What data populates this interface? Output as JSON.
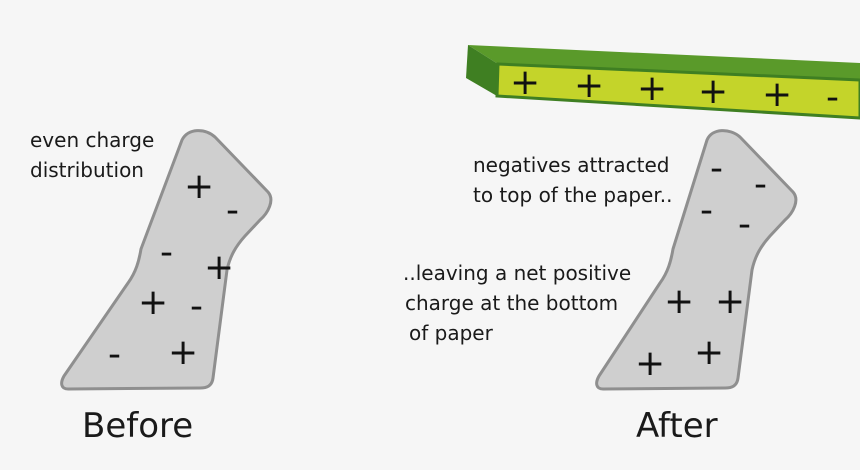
{
  "before": {
    "annotation_lines": [
      "even charge",
      "distribution"
    ],
    "caption": "Before",
    "charges": [
      "+",
      "-",
      "-",
      "+",
      "+",
      "-",
      "-",
      "+"
    ]
  },
  "after": {
    "annotation_top_lines": [
      "negatives attracted",
      "to top of the paper.."
    ],
    "annotation_bottom_lines": [
      "..leaving a net positive",
      "charge at the bottom",
      "of paper"
    ],
    "caption": "After",
    "charges": [
      "-",
      "-",
      "-",
      "-",
      "+",
      "+",
      "+",
      "+"
    ],
    "rod_charges": [
      "+",
      "+",
      "+",
      "+",
      "+",
      "-"
    ]
  },
  "colors": {
    "paper_fill": "#cfcfcf",
    "paper_stroke": "#8f8f8f",
    "rod_top": "#5a9a2a",
    "rod_face": "#c4d42a",
    "rod_side": "#3f7f22"
  }
}
